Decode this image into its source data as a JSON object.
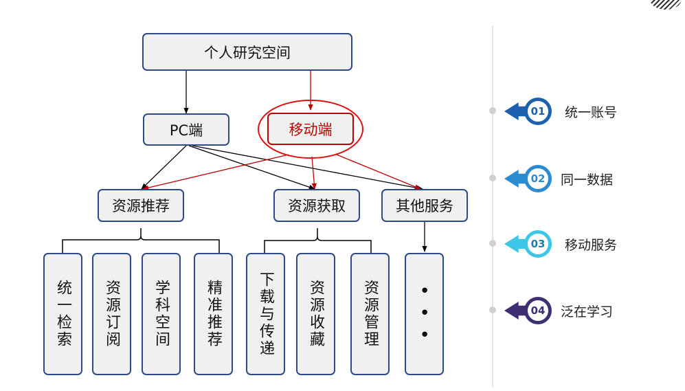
{
  "diagram": {
    "root": "个人研究空间",
    "pc": "PC端",
    "mobile": "移动端",
    "categories": {
      "recommend": "资源推荐",
      "acquire": "资源获取",
      "other": "其他服务"
    },
    "leaves": [
      "统一检索",
      "资源订阅",
      "学科空间",
      "精准推荐",
      "下载与传递",
      "资源收藏",
      "资源管理",
      "•••"
    ],
    "colors": {
      "box_border": "#2e4a86",
      "box_fill": "#f0f0f0",
      "mobile": "#c00000",
      "line": "#000000"
    }
  },
  "features": [
    {
      "num": "01",
      "label": "统一账号",
      "color": "#1e60b0"
    },
    {
      "num": "02",
      "label": "同一数据",
      "color": "#2b8bd0"
    },
    {
      "num": "03",
      "label": "移动服务",
      "color": "#3ec6e8"
    },
    {
      "num": "04",
      "label": "泛在学习",
      "color": "#3e2e72"
    }
  ]
}
